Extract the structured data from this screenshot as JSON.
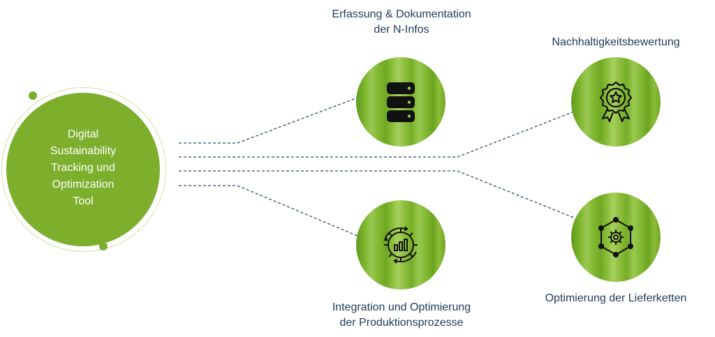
{
  "hub": {
    "lines": [
      "Digital",
      "Sustainability",
      "Tracking und",
      "Optimization",
      "Tool"
    ]
  },
  "nodes": [
    {
      "id": "n1",
      "lines": [
        "Erfassung & Dokumentation",
        "der N-Infos"
      ],
      "icon": "database-icon"
    },
    {
      "id": "n2",
      "lines": [
        "Nachhaltigkeitsbewertung"
      ],
      "icon": "award-badge-icon"
    },
    {
      "id": "n3",
      "lines": [
        "Integration und Optimierung",
        "der Produktionsprozesse"
      ],
      "icon": "gear-chart-cycle-icon"
    },
    {
      "id": "n4",
      "lines": [
        "Optimierung der Lieferketten"
      ],
      "icon": "network-gear-icon"
    }
  ],
  "colors": {
    "accent_green": "#7dae2c",
    "label_navy": "#1f3a5a",
    "connector": "#2f4a66"
  }
}
